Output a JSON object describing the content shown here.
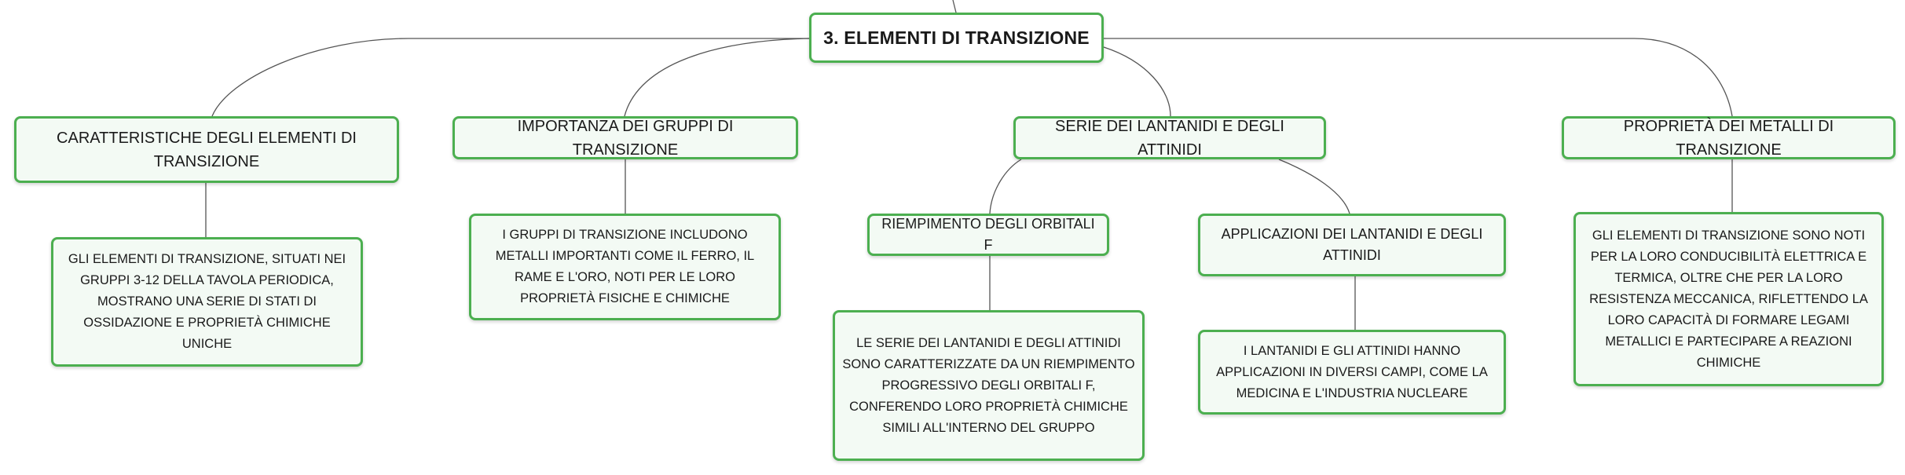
{
  "root": {
    "label": "3. ELEMENTI DI TRANSIZIONE"
  },
  "branches": [
    {
      "label": "CARATTERISTICHE DEGLI ELEMENTI DI TRANSIZIONE",
      "detail": "GLI ELEMENTI DI TRANSIZIONE, SITUATI NEI GRUPPI 3-12 DELLA TAVOLA PERIODICA, MOSTRANO UNA SERIE DI STATI DI OSSIDAZIONE E PROPRIETÀ CHIMICHE UNICHE"
    },
    {
      "label": "IMPORTANZA DEI GRUPPI DI TRANSIZIONE",
      "detail": "I GRUPPI DI TRANSIZIONE INCLUDONO METALLI IMPORTANTI COME IL FERRO, IL RAME E L'ORO, NOTI PER LE LORO PROPRIETÀ FISICHE E CHIMICHE"
    },
    {
      "label": "SERIE DEI LANTANIDI E DEGLI ATTINIDI",
      "children": [
        {
          "label": "RIEMPIMENTO DEGLI ORBITALI F",
          "detail": "LE SERIE DEI LANTANIDI E DEGLI ATTINIDI SONO CARATTERIZZATE DA UN RIEMPIMENTO PROGRESSIVO DEGLI ORBITALI F, CONFERENDO LORO PROPRIETÀ CHIMICHE SIMILI ALL'INTERNO DEL GRUPPO"
        },
        {
          "label": "APPLICAZIONI DEI LANTANIDI E DEGLI ATTINIDI",
          "detail": "I LANTANIDI E GLI ATTINIDI HANNO APPLICAZIONI IN DIVERSI CAMPI, COME LA MEDICINA E L'INDUSTRIA NUCLEARE"
        }
      ]
    },
    {
      "label": "PROPRIETÀ DEI METALLI DI TRANSIZIONE",
      "detail": "GLI ELEMENTI DI TRANSIZIONE SONO NOTI PER LA LORO CONDUCIBILITÀ ELETTRICA E TERMICA, OLTRE CHE PER LA LORO RESISTENZA MECCANICA, RIFLETTENDO LA LORO CAPACITÀ DI FORMARE LEGAMI METALLICI E PARTECIPARE A REAZIONI CHIMICHE"
    }
  ],
  "colors": {
    "border": "#4caf50",
    "fill": "#f3faf4",
    "connector": "#555555"
  }
}
